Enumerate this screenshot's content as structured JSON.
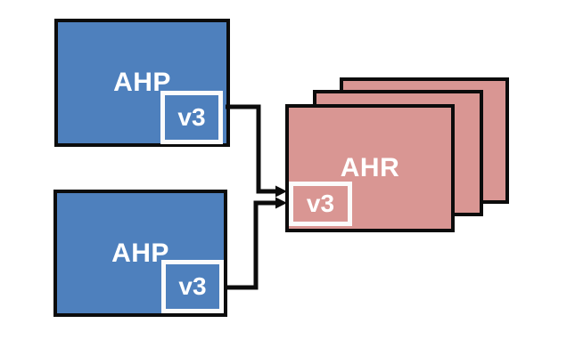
{
  "diagram": {
    "nodes": {
      "ahp_top": {
        "label": "AHP",
        "version_badge": "v3"
      },
      "ahp_bottom": {
        "label": "AHP",
        "version_badge": "v3"
      },
      "ahr": {
        "label": "AHR",
        "version_badge": "v3",
        "stack_count": 3
      }
    },
    "colors": {
      "ahp_fill": "#4e80bd",
      "ahr_fill": "#d99693",
      "outline": "#0c0c0c",
      "badge_outline": "#fbfbfb",
      "label_text": "#ffffff",
      "background": "#ffffff"
    },
    "connections": [
      {
        "from": "ahp_top",
        "from_port": "v3",
        "to": "ahr",
        "to_port": "v3"
      },
      {
        "from": "ahp_bottom",
        "from_port": "v3",
        "to": "ahr",
        "to_port": "v3"
      }
    ]
  }
}
